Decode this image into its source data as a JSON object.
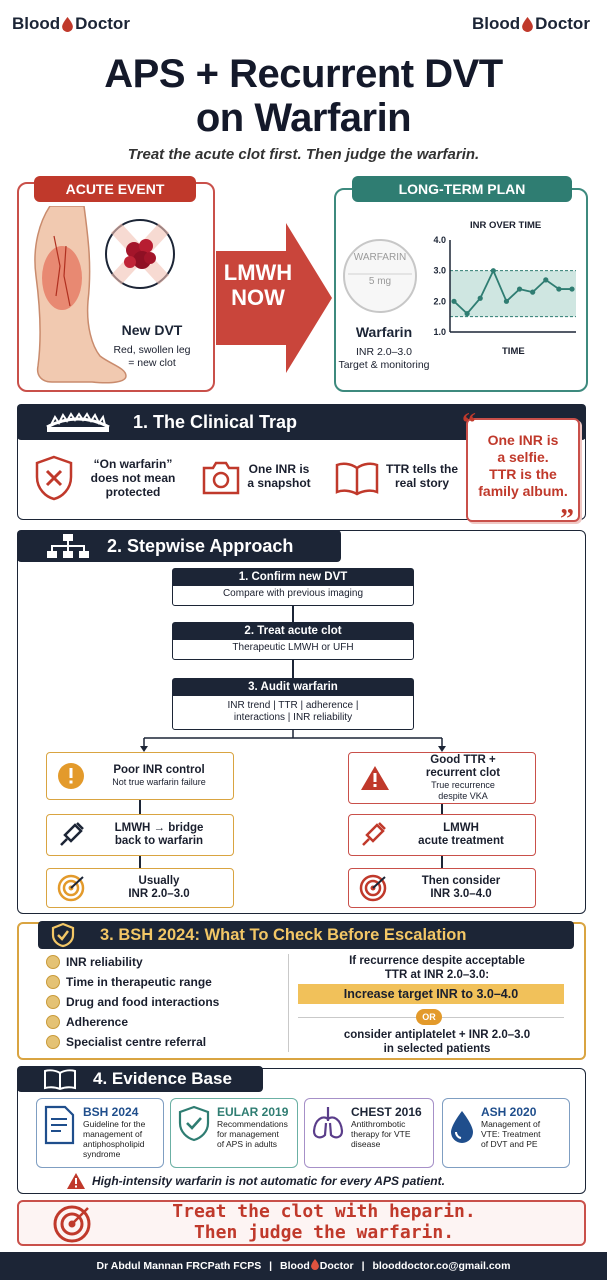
{
  "brand": {
    "left": "Blood",
    "right": "Doctor",
    "drop_color": "#c0392b"
  },
  "title_line1": "APS + Recurrent DVT",
  "title_line2": "on Warfarin",
  "subtitle": "Treat the acute clot first. Then judge the warfarin.",
  "acute": {
    "header": "ACUTE EVENT",
    "caption_title": "New DVT",
    "caption_line1": "Red, swollen leg",
    "caption_line2": "= new clot"
  },
  "arrow": {
    "line1": "LMWH",
    "line2": "NOW"
  },
  "longterm": {
    "header": "LONG-TERM PLAN",
    "pill_label": "WARFARIN",
    "pill_dose": "5 mg",
    "drug": "Warfarin",
    "drug_inr": "INR 2.0–3.0",
    "drug_note": "Target & monitoring",
    "chart_title": "INR OVER TIME",
    "chart_xlabel": "TIME"
  },
  "chart_data": {
    "type": "line",
    "title": "INR OVER TIME",
    "xlabel": "TIME",
    "ylabel": "",
    "ylim": [
      1.0,
      4.0
    ],
    "yticks": [
      "4.0",
      "3.0",
      "2.0",
      "1.0"
    ],
    "target_band": [
      1.5,
      3.0
    ],
    "x": [
      1,
      2,
      3,
      4,
      5,
      6,
      7,
      8,
      9,
      10
    ],
    "values": [
      2.0,
      1.6,
      2.1,
      3.0,
      2.0,
      2.4,
      2.3,
      2.7,
      2.4,
      2.4
    ]
  },
  "trap": {
    "bar": "1. The Clinical Trap",
    "item1_l1": "“On warfarin”",
    "item1_l2": "does not mean",
    "item1_l3": "protected",
    "item2_l1": "One INR is",
    "item2_l2": "a snapshot",
    "item3_l1": "TTR tells the",
    "item3_l2": "real story",
    "quote_l1": "One INR is",
    "quote_l2": "a selfie.",
    "quote_l3": "TTR is the",
    "quote_l4": "family album."
  },
  "step": {
    "bar": "2. Stepwise Approach",
    "s1_h": "1. Confirm new DVT",
    "s1_b": "Compare with previous imaging",
    "s2_h": "2. Treat acute clot",
    "s2_b": "Therapeutic LMWH or UFH",
    "s3_h": "3. Audit warfarin",
    "s3_b1": "INR trend | TTR | adherence |",
    "s3_b2": "interactions | INR reliability",
    "l1_t": "Poor INR control",
    "l1_s": "Not true warfarin failure",
    "l2_l1": "LMWH → bridge",
    "l2_l2": "back to warfarin",
    "l3_l1": "Usually",
    "l3_l2": "INR 2.0–3.0",
    "r1_l1": "Good TTR +",
    "r1_l2": "recurrent clot",
    "r1_s1": "True recurrence",
    "r1_s2": "despite VKA",
    "r2_l1": "LMWH",
    "r2_l2": "acute treatment",
    "r3_l1": "Then consider",
    "r3_l2": "INR 3.0–4.0"
  },
  "bsh": {
    "bar": "3. BSH 2024: What To Check Before Escalation",
    "items": [
      "INR reliability",
      "Time in therapeutic range",
      "Drug and food interactions",
      "Adherence",
      "Specialist centre referral"
    ],
    "right_l1": "If recurrence despite acceptable",
    "right_l2": "TTR at INR 2.0–3.0:",
    "highlight": "Increase target INR to 3.0–4.0",
    "or": "OR",
    "alt_l1": "consider antiplatelet + INR 2.0–3.0",
    "alt_l2": "in selected patients"
  },
  "evidence": {
    "bar": "4. Evidence Base",
    "cards": [
      {
        "title": "BSH 2024",
        "lines": [
          "Guideline for the",
          "management of",
          "antiphospholipid",
          "syndrome"
        ]
      },
      {
        "title": "EULAR 2019",
        "lines": [
          "Recommendations",
          "for management",
          "of APS in adults"
        ]
      },
      {
        "title": "CHEST 2016",
        "lines": [
          "Antithrombotic",
          "therapy for VTE",
          "disease"
        ]
      },
      {
        "title": "ASH 2020",
        "lines": [
          "Management of",
          "VTE: Treatment",
          "of DVT and PE"
        ]
      }
    ],
    "warning": "High-intensity warfarin is not automatic for every APS patient."
  },
  "closing": {
    "line1": "Treat the clot with heparin.",
    "line2": "Then judge the warfarin."
  },
  "footer": {
    "author": "Dr Abdul Mannan FRCPath FCPS",
    "brand_a": "Blood",
    "brand_b": "Doctor",
    "email": "blooddoctor.co@gmail.com"
  }
}
